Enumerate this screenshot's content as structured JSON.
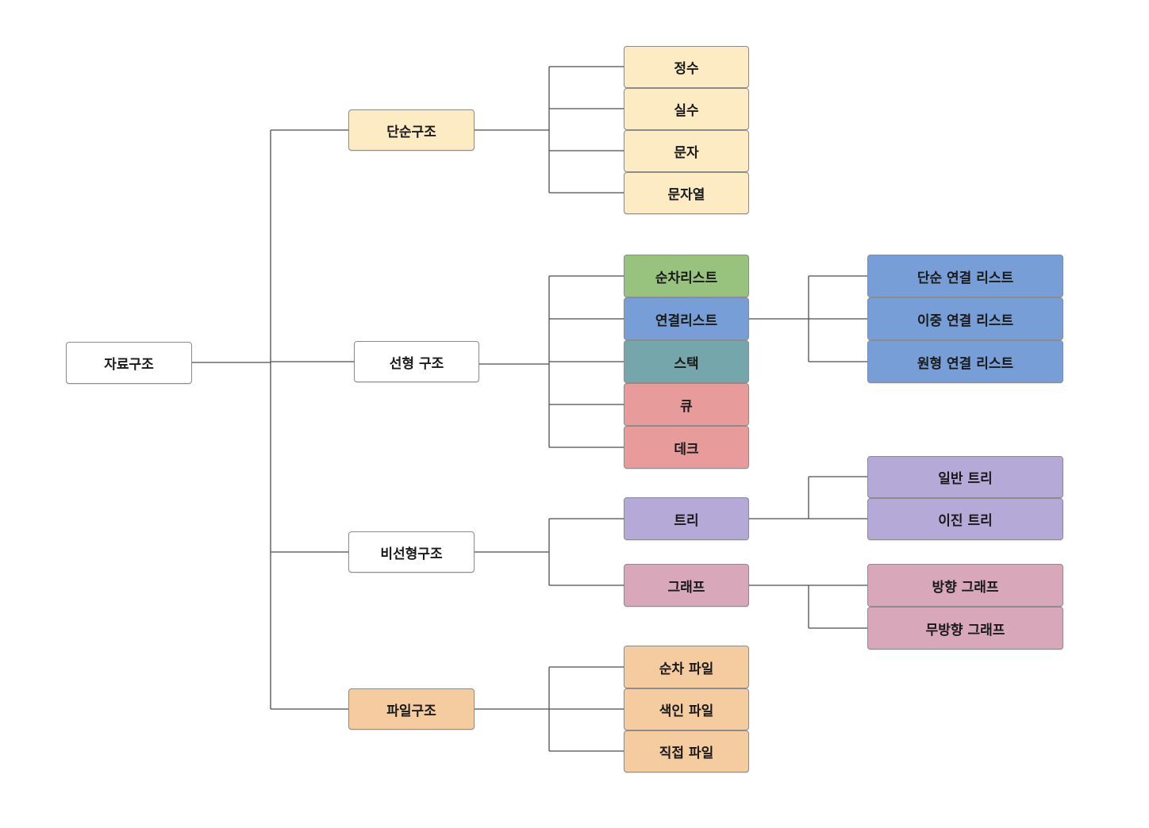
{
  "diagram": {
    "type": "tree",
    "root": {
      "label": "자료구조",
      "children": [
        {
          "label": "단순구조",
          "children": [
            {
              "label": "정수"
            },
            {
              "label": "실수"
            },
            {
              "label": "문자"
            },
            {
              "label": "문자열"
            }
          ]
        },
        {
          "label": "선형 구조",
          "children": [
            {
              "label": "순차리스트"
            },
            {
              "label": "연결리스트",
              "children": [
                {
                  "label": "단순 연결 리스트"
                },
                {
                  "label": "이중 연결 리스트"
                },
                {
                  "label": "원형 연결 리스트"
                }
              ]
            },
            {
              "label": "스택"
            },
            {
              "label": "큐"
            },
            {
              "label": "데크"
            }
          ]
        },
        {
          "label": "비선형구조",
          "children": [
            {
              "label": "트리",
              "children": [
                {
                  "label": "일반 트리"
                },
                {
                  "label": "이진 트리"
                }
              ]
            },
            {
              "label": "그래프",
              "children": [
                {
                  "label": "방향 그래프"
                },
                {
                  "label": "무방향 그래프"
                }
              ]
            }
          ]
        },
        {
          "label": "파일구조",
          "children": [
            {
              "label": "순차 파일"
            },
            {
              "label": "색인 파일"
            },
            {
              "label": "직접 파일"
            }
          ]
        }
      ]
    },
    "colors": {
      "white": "#ffffff",
      "simple": "#fdebc4",
      "sequential_list": "#97c37e",
      "linked_list": "#779ed6",
      "stack": "#74a6ab",
      "queue_deque": "#e89b9b",
      "tree": "#b5a9d7",
      "graph": "#d8a7ba",
      "file": "#f5cba0",
      "connector": "#4d4d4d"
    }
  }
}
